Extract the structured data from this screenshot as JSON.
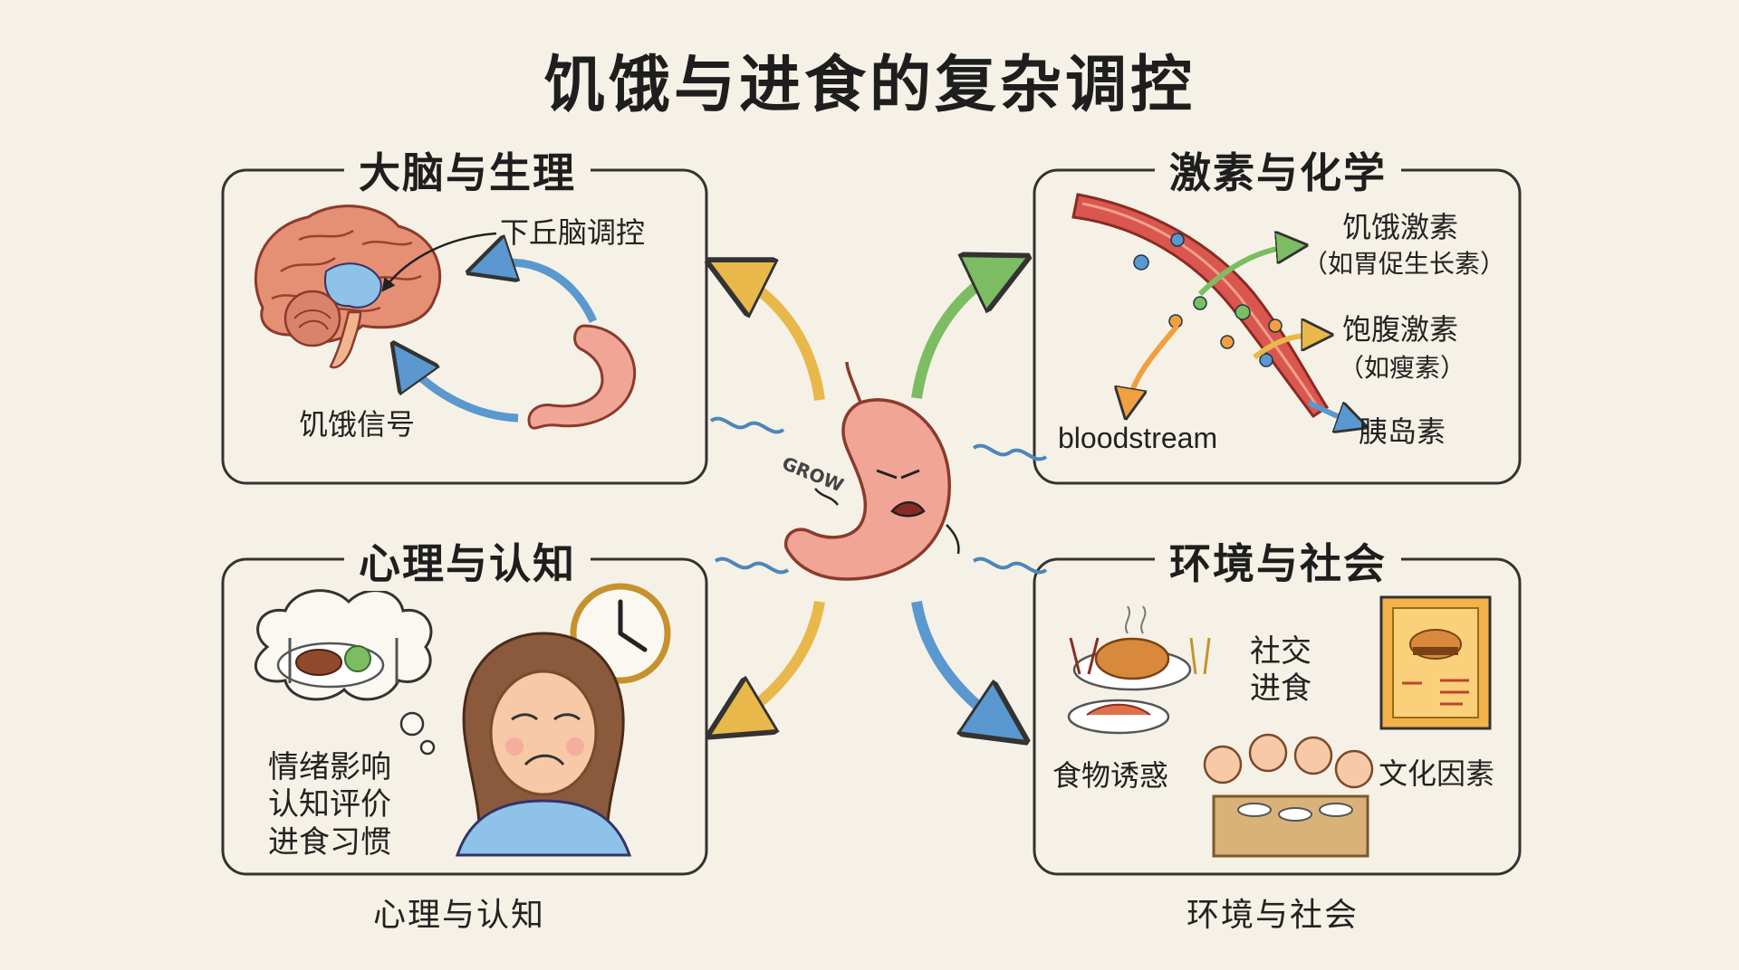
{
  "title": "饥饿与进食的复杂调控",
  "center": {
    "sound_text": "GROW"
  },
  "panels": {
    "brain": {
      "title": "大脑与生理",
      "hypothalamus_label": "下丘脑调控",
      "signal_label": "饥饿信号"
    },
    "hormones": {
      "title": "激素与化学",
      "ghrelin_label": "饥饿激素",
      "ghrelin_sub": "（如胃促生长素）",
      "leptin_label": "饱腹激素",
      "leptin_sub": "（如瘦素）",
      "insulin_label": "胰岛素",
      "blood_label": "bloodstream"
    },
    "psych": {
      "title": "心理与认知",
      "lines": [
        "情绪影响",
        "认知评价",
        "进食习惯"
      ],
      "caption": "心理与认知"
    },
    "env": {
      "title": "环境与社会",
      "social_lines": [
        "社交",
        "进食"
      ],
      "temptation_label": "食物诱惑",
      "culture_label": "文化因素",
      "caption": "环境与社会"
    }
  },
  "colors": {
    "background": "#f6f1e6",
    "arrow_yellow": "#e9b84a",
    "arrow_green": "#7cbd63",
    "arrow_blue": "#5a98cf",
    "stomach": "#f0a596",
    "blood_vessel": "#d9574f"
  }
}
